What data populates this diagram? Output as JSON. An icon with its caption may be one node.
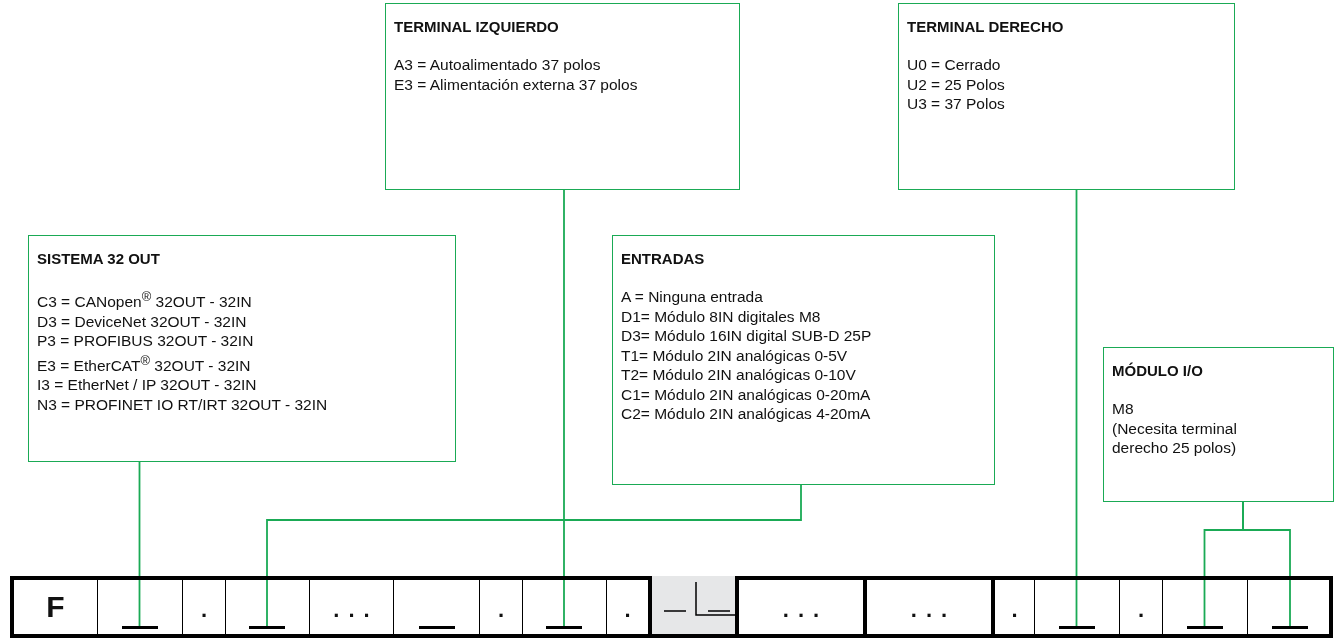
{
  "diagram": {
    "nodes": [
      {
        "text": [
          "TERMINAL IZQUIERDO",
          "A3 = Autoalimentado 37 polos",
          "E3 = Alimentación externa 37 polos"
        ]
      },
      {
        "text": [
          "TERMINAL DERECHO",
          "U0 = Cerrado",
          "U2 = 25 Polos",
          "U3 = 37 Polos"
        ]
      },
      {
        "text": [
          "SISTEMA 32 OUT",
          "C3 = CANopen$^{®}$ 32OUT - 32IN",
          "D3 = DeviceNet 32OUT - 32IN",
          "P3 = PROFIBUS 32OUT - 32IN",
          "E3 = EtherCAT$^{®}$ 32OUT - 32IN",
          "I3 = EtherNet / IP 32OUT - 32IN",
          "N3 = PROFINET IO RT/IRT 32OUT - 32IN"
        ]
      },
      {
        "text": [
          "ENTRADAS",
          "A = Ninguna entrada",
          "D1= Módulo 8IN digitales M8",
          "D3= Módulo 16IN digital SUB-D 25P",
          "T1= Módulo 2IN analógicas 0-5V",
          "T2= Módulo 2IN analógicas 0-10V",
          "C1= Módulo 2IN analógicas 0-20mA",
          "C2= Módulo 2IN analógicas 4-20mA"
        ]
      },
      {
        "text": [
          "MÓDULO I/O",
          "M8",
          "(Necesita terminal derecho 25 polos)"
        ]
      },
      {
        "text": [],
        "shape": "bar"
      },
      {
        "text": [],
        "shape": "bar"
      },
      {
        "text": [],
        "shape": "bar"
      },
      {
        "text": [],
        "shape": "bar"
      },
      {
        "text": [],
        "shape": "bar"
      },
      {
        "text": [],
        "shape": "bar"
      }
    ],
    "edges": [
      {
        "from": 2,
        "to": 5,
        "arrow": "none"
      },
      {
        "from": 3,
        "to": 6,
        "arrow": "none"
      },
      {
        "from": 0,
        "to": 7,
        "arrow": "none"
      },
      {
        "from": 1,
        "to": 8,
        "arrow": "none"
      },
      {
        "from": 4,
        "to": 9,
        "arrow": "none"
      },
      {
        "from": 4,
        "to": 10,
        "arrow": "none"
      }
    ],
    "labels": [
      "F",
      ".",
      "...",
      ".",
      ".",
      "...",
      "...",
      ".",
      "."
    ]
  }
}
